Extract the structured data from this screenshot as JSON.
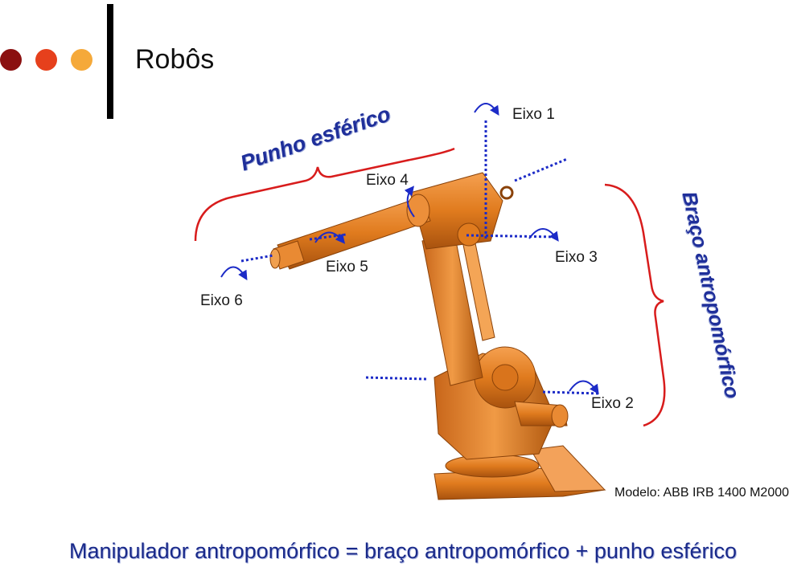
{
  "slide": {
    "title": "Robôs"
  },
  "bullets": {
    "colors": [
      "#8b1010",
      "#e6401c",
      "#f5a93a"
    ]
  },
  "labels": {
    "eixo1": "Eixo 1",
    "eixo2": "Eixo 2",
    "eixo3": "Eixo 3",
    "eixo4": "Eixo 4",
    "eixo5": "Eixo 5",
    "eixo6": "Eixo 6"
  },
  "groups": {
    "punho": "Punho esférico",
    "braco": "Braço antropomórfico"
  },
  "model": "Modelo: ABB IRB 1400 M2000",
  "caption": "Manipulador antropomórfico = braço antropomórfico + punho esférico",
  "colors": {
    "robot": "#e07b1e",
    "robot_dark": "#a24f0c",
    "axis": "#1c2bc7",
    "brace": "#d81c1c",
    "text_blue": "#1f2f9a"
  }
}
